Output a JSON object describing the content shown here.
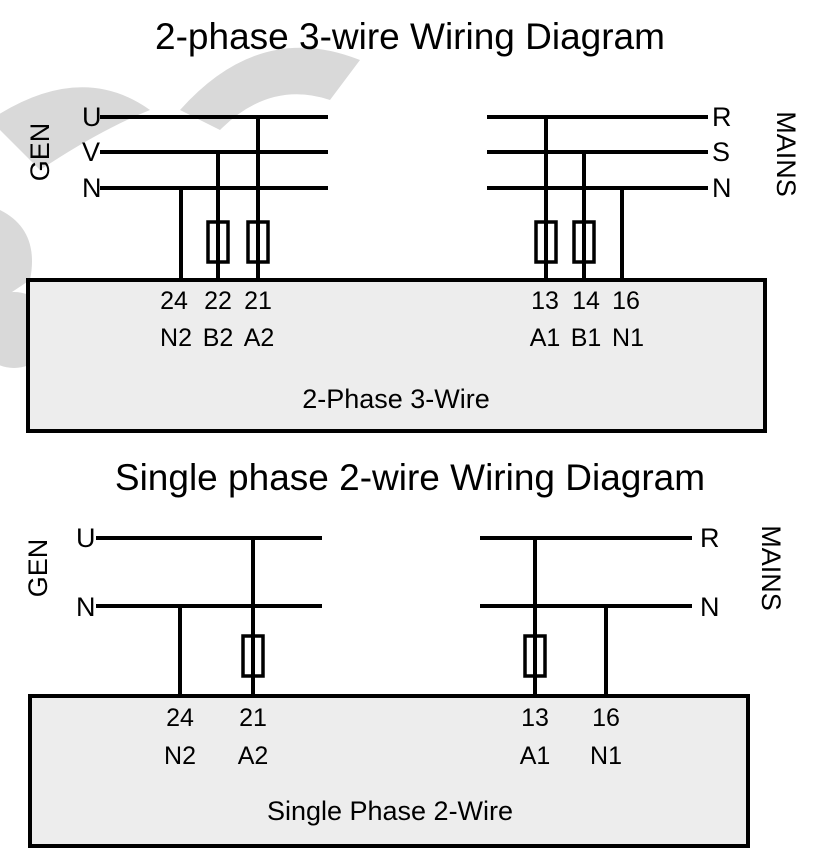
{
  "diagram_top": {
    "title": "2-phase 3-wire Wiring Diagram",
    "gen_label": "GEN",
    "mains_label": "MAINS",
    "gen_lines": [
      "U",
      "V",
      "N"
    ],
    "mains_lines": [
      "R",
      "S",
      "N"
    ],
    "terminals_left": [
      {
        "number": "24",
        "name": "N2"
      },
      {
        "number": "22",
        "name": "B2"
      },
      {
        "number": "21",
        "name": "A2"
      }
    ],
    "terminals_right": [
      {
        "number": "13",
        "name": "A1"
      },
      {
        "number": "14",
        "name": "B1"
      },
      {
        "number": "16",
        "name": "N1"
      }
    ],
    "box_label": "2-Phase 3-Wire"
  },
  "diagram_bottom": {
    "title": "Single phase 2-wire Wiring Diagram",
    "gen_label": "GEN",
    "mains_label": "MAINS",
    "gen_lines": [
      "U",
      "N"
    ],
    "mains_lines": [
      "R",
      "N"
    ],
    "terminals_left": [
      {
        "number": "24",
        "name": "N2"
      },
      {
        "number": "21",
        "name": "A2"
      }
    ],
    "terminals_right": [
      {
        "number": "13",
        "name": "A1"
      },
      {
        "number": "16",
        "name": "N1"
      }
    ],
    "box_label": "Single Phase 2-Wire"
  }
}
